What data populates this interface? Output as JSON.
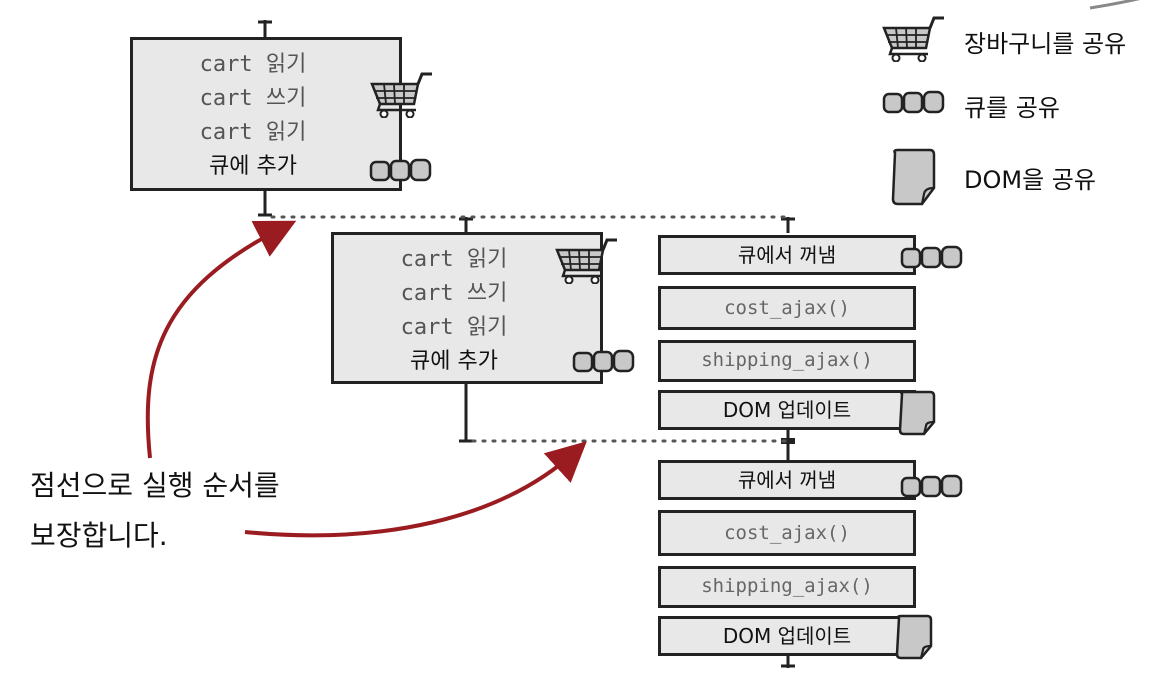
{
  "legend": {
    "cart": "장바구니를 공유",
    "queue": "큐를 공유",
    "dom": "DOM을 공유"
  },
  "timeline1": {
    "lines": [
      "cart 읽기",
      "cart 쓰기",
      "cart 읽기",
      "큐에 추가"
    ]
  },
  "timeline2": {
    "lines": [
      "cart 읽기",
      "cart 쓰기",
      "cart 읽기",
      "큐에 추가"
    ]
  },
  "queue_worker": {
    "group1": [
      "큐에서 꺼냄",
      "cost_ajax()",
      "shipping_ajax()",
      "DOM 업데이트"
    ],
    "group2": [
      "큐에서 꺼냄",
      "cost_ajax()",
      "shipping_ajax()",
      "DOM 업데이트"
    ]
  },
  "note": {
    "line1": "점선으로 실행 순서를",
    "line2": "보장합니다."
  },
  "colors": {
    "arrow": "#9b1c20",
    "box_fill": "#e8e8e8",
    "icon_fill": "#c8c8c8"
  }
}
